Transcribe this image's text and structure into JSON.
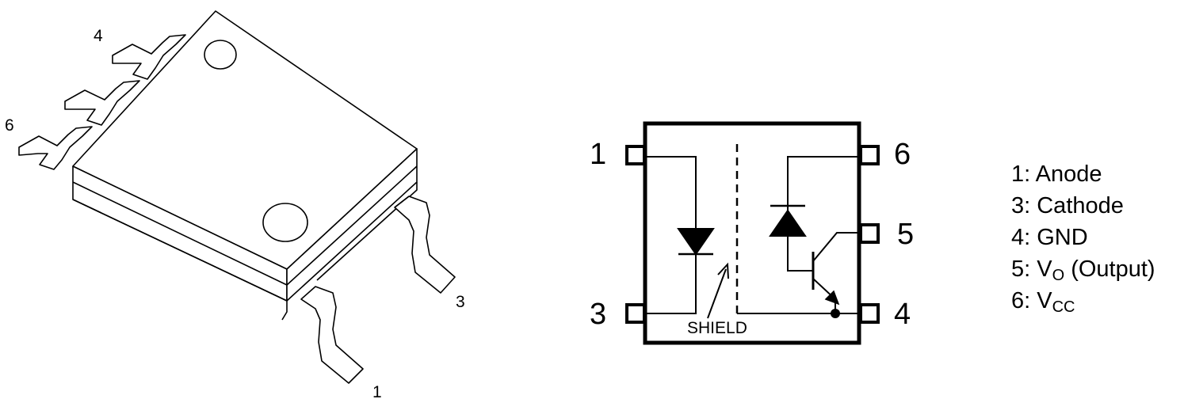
{
  "package": {
    "pin_labels": [
      "4",
      "6",
      "3",
      "1"
    ]
  },
  "schematic": {
    "pin_labels": {
      "p1": "1",
      "p3": "3",
      "p6": "6",
      "p5": "5",
      "p4": "4"
    },
    "shield_label": "SHIELD"
  },
  "legend": [
    {
      "text": "1: Anode"
    },
    {
      "text": "3: Cathode"
    },
    {
      "text": "4: GND"
    },
    {
      "pre": "5: V",
      "sub": "O",
      "post": " (Output)"
    },
    {
      "pre": "6: V",
      "sub": "CC",
      "post": ""
    }
  ]
}
